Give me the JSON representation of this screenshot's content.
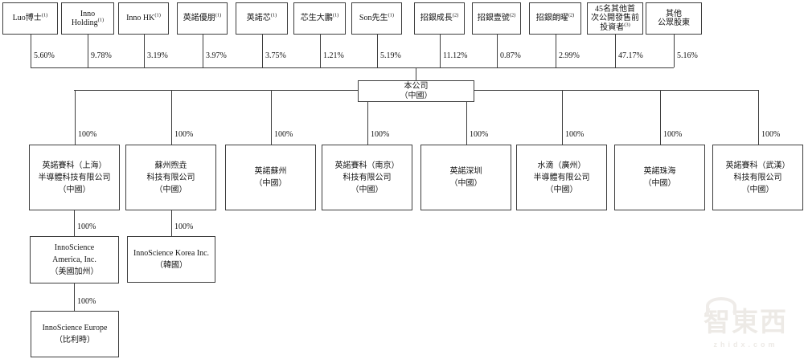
{
  "diagram": {
    "shareholders": [
      {
        "name": "Luo博士",
        "sup": "(1)",
        "pct": "5.60%"
      },
      {
        "name": "Inno Holding",
        "sup": "(1)",
        "pct": "9.78%"
      },
      {
        "name": "Inno HK",
        "sup": "(1)",
        "pct": "3.19%"
      },
      {
        "name": "英諾優朋",
        "sup": "(1)",
        "pct": "3.97%"
      },
      {
        "name": "英諾芯",
        "sup": "(1)",
        "pct": "3.75%"
      },
      {
        "name": "芯生大鵬",
        "sup": "(1)",
        "pct": "1.21%"
      },
      {
        "name": "Son先生",
        "sup": "(1)",
        "pct": "5.19%"
      },
      {
        "name": "招銀成長",
        "sup": "(2)",
        "pct": "11.12%"
      },
      {
        "name": "招銀壹號",
        "sup": "(2)",
        "pct": "0.87%"
      },
      {
        "name": "招銀朗曜",
        "sup": "(2)",
        "pct": "2.99%"
      },
      {
        "lines": [
          "45名其他首",
          "次公開發售前",
          "投資者"
        ],
        "sup": "(3)",
        "pct": "47.17%"
      },
      {
        "lines": [
          "其他",
          "公眾股東"
        ],
        "sup": null,
        "pct": "5.16%"
      }
    ],
    "parent": {
      "lines": [
        "本公司",
        "（中國）"
      ]
    },
    "subsidiaries": [
      {
        "lines": [
          "英諾賽科（上海）",
          "半導體科技有限公司",
          "（中國）"
        ],
        "pct": "100%"
      },
      {
        "lines": [
          "蘇州煦垚",
          "科技有限公司",
          "（中國）"
        ],
        "pct": "100%"
      },
      {
        "lines": [
          "英諾蘇州",
          "（中國）"
        ],
        "pct": "100%"
      },
      {
        "lines": [
          "英諾賽科（南京）",
          "科技有限公司",
          "（中國）"
        ],
        "pct": "100%"
      },
      {
        "lines": [
          "英諾深圳",
          "（中國）"
        ],
        "pct": "100%"
      },
      {
        "lines": [
          "水滴（廣州）",
          "半導體有限公司",
          "（中國）"
        ],
        "pct": "100%"
      },
      {
        "lines": [
          "英諾珠海",
          "（中國）"
        ],
        "pct": "100%"
      },
      {
        "lines": [
          "英諾賽科（武漢）",
          "科技有限公司",
          "（中國）"
        ],
        "pct": "100%"
      }
    ],
    "chain": [
      {
        "lines": [
          "InnoScience",
          "America, Inc.",
          "（美國加州）"
        ],
        "pct": "100%"
      },
      {
        "lines": [
          "InnoScience Korea Inc.",
          "（韓國）"
        ],
        "pct": "100%"
      },
      {
        "lines": [
          "InnoScience Europe",
          "（比利時）"
        ],
        "pct": "100%"
      }
    ]
  },
  "watermark": {
    "logo_text": "智東西",
    "domain": "zhidx.com"
  }
}
